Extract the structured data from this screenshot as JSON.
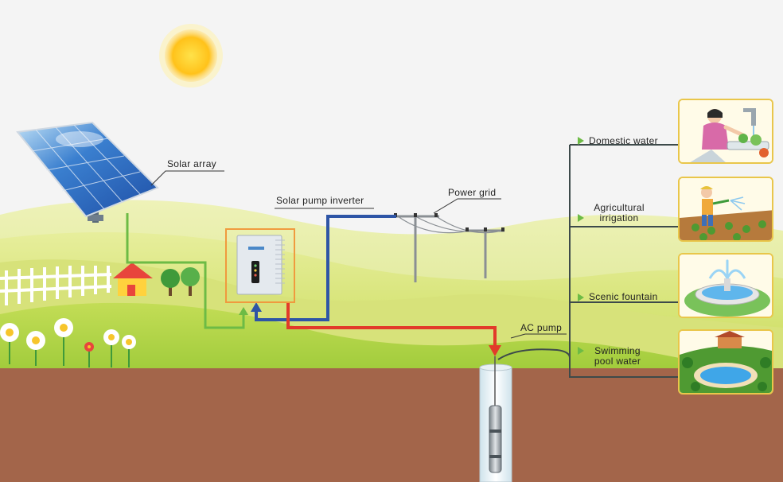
{
  "labels": {
    "solar_array": "Solar array",
    "inverter": "Solar pump inverter",
    "power_grid": "Power grid",
    "ac_pump": "AC pump",
    "domestic": "Domestic water",
    "agri_line1": "Agricultural",
    "agri_line2": "irrigation",
    "fountain": "Scenic fountain",
    "pool_line1": "Swimming",
    "pool_line2": "pool water"
  },
  "colors": {
    "sky": "#f4f4f4",
    "soil": "#a3654a",
    "grass_light": "#d7e27a",
    "grass_dark": "#9fcb3a",
    "dc_line": "#6dbb45",
    "grid_line": "#2e55a6",
    "ac_line": "#e23a2a",
    "inverter_frame": "#f09a3e",
    "card_border": "#e9c64a",
    "pipe": "#3d4a4a"
  }
}
